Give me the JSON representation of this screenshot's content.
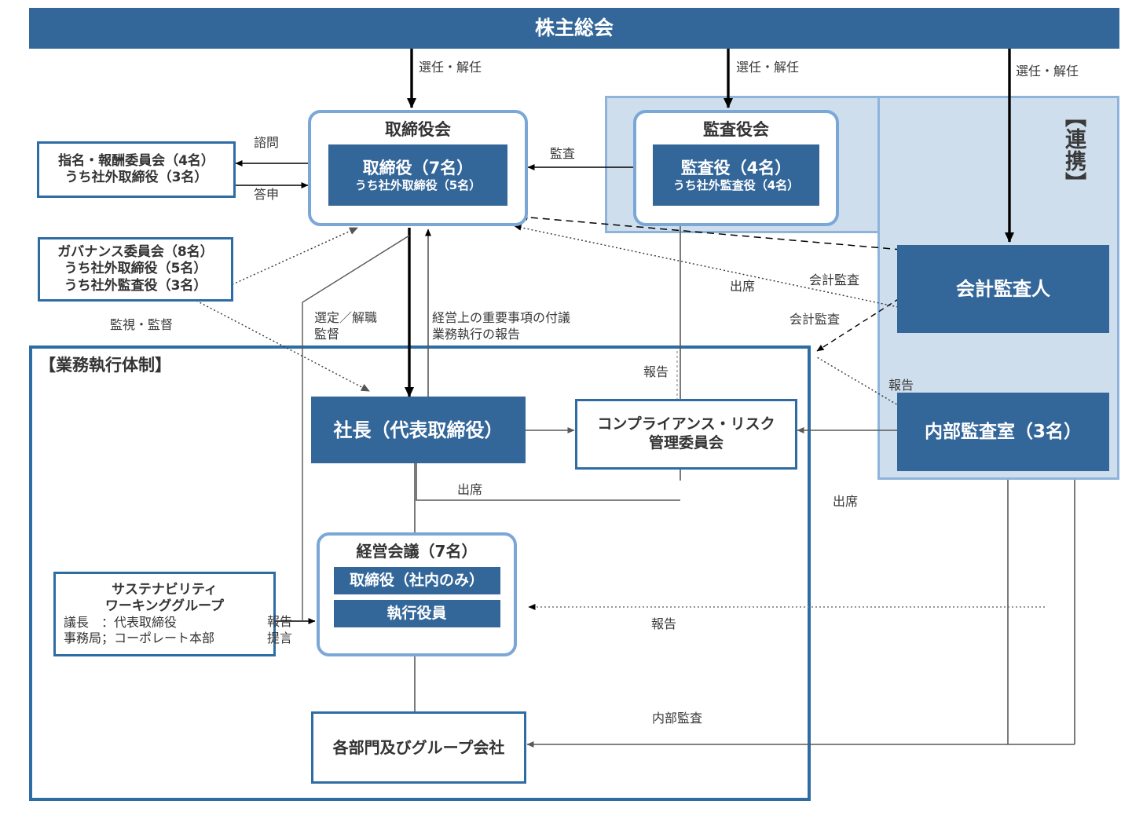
{
  "diagram": {
    "title_box": {
      "label": "株主総会"
    },
    "regions": {
      "cooperation": {
        "label": "【連携】"
      },
      "operations": {
        "label": "【業務執行体制】"
      }
    },
    "nodes": {
      "board": {
        "header": "取締役会",
        "inner_main": "取締役（7名）",
        "inner_sub": "うち社外取締役（5名）"
      },
      "kansayakukai": {
        "header": "監査役会",
        "inner_main": "監査役（4名）",
        "inner_sub": "うち社外監査役（4名）"
      },
      "nomination_committee": {
        "line1": "指名・報酬委員会（4名）",
        "line2": "うち社外取締役（3名）"
      },
      "governance_committee": {
        "line1": "ガバナンス委員会（8名）",
        "line2": "うち社外取締役（5名）",
        "line3": "うち社外監査役（3名）"
      },
      "accounting_auditor": {
        "label": "会計監査人"
      },
      "internal_audit": {
        "label": "内部監査室（3名）"
      },
      "president": {
        "label": "社長（代表取締役）"
      },
      "compliance_committee": {
        "line1": "コンプライアンス・リスク",
        "line2": "管理委員会"
      },
      "management_meeting": {
        "header": "経営会議（7名）",
        "row1": "取締役（社内のみ）",
        "row2": "執行役員"
      },
      "sustainability_wg": {
        "line1": "サステナビリティ",
        "line2": "ワーキンググループ",
        "line3": "議長　：代表取締役",
        "line4": "事務局；コーポレート本部"
      },
      "divisions": {
        "label": "各部門及びグループ会社"
      }
    },
    "edge_labels": {
      "appoint_board": "選任・解任",
      "appoint_kansayaku": "選任・解任",
      "appoint_accountant": "選任・解任",
      "consult": "諮問",
      "reply": "答申",
      "audit": "監査",
      "supervise": "監視・監督",
      "select_dismiss": "選定／解職\n監督",
      "report_to_board": "経営上の重要事項の付議\n業務執行の報告",
      "attend_kansayaku": "出席",
      "accounting_audit_board": "会計監査",
      "accounting_audit_kansayaku": "会計監査",
      "report_compliance_top": "報告",
      "report_internal_audit": "報告",
      "attend_compliance": "出席",
      "attend_management": "出席",
      "report_mgmt": "報告",
      "report_wg": "報告\n提言",
      "internal_audit_divisions": "内部監査"
    },
    "colors": {
      "brand_blue": "#336699",
      "border_blue": "#2e6ca4",
      "round_border": "#7ba7d7",
      "region_fill": "#cfdeed",
      "region_border": "#8fb4dc",
      "text_dark": "#3a3a3a",
      "line_gray": "#595959",
      "line_black": "#000000"
    }
  }
}
